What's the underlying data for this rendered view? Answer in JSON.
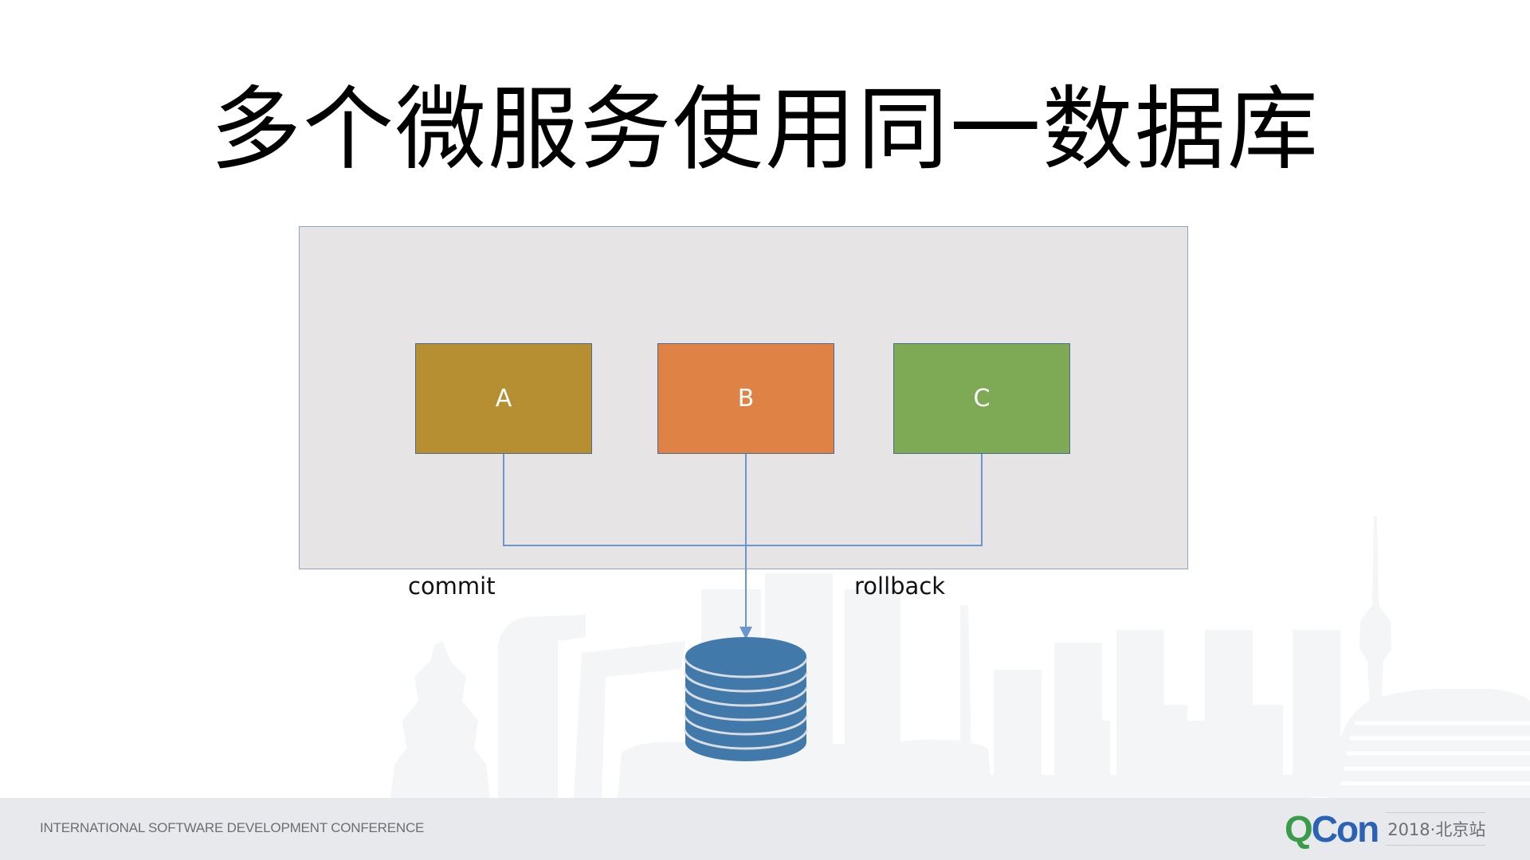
{
  "slide": {
    "title": "多个微服务使用同一数据库"
  },
  "diagram": {
    "services": [
      {
        "label": "A",
        "color": "#b58f32"
      },
      {
        "label": "B",
        "color": "#de8245"
      },
      {
        "label": "C",
        "color": "#7eaa55"
      }
    ],
    "connector_color": "#6a97d0",
    "labels": {
      "commit": "commit",
      "rollback": "rollback"
    },
    "database": {
      "label": "database-icon",
      "color": "#4279ab",
      "disk_count": 6
    }
  },
  "footer": {
    "conference_text": "INTERNATIONAL SOFTWARE DEVELOPMENT CONFERENCE",
    "logo": {
      "q": "Q",
      "con": "Con",
      "subtitle": "2018·北京站",
      "q_color": "#3a9b48",
      "con_color": "#2a62b4"
    }
  }
}
